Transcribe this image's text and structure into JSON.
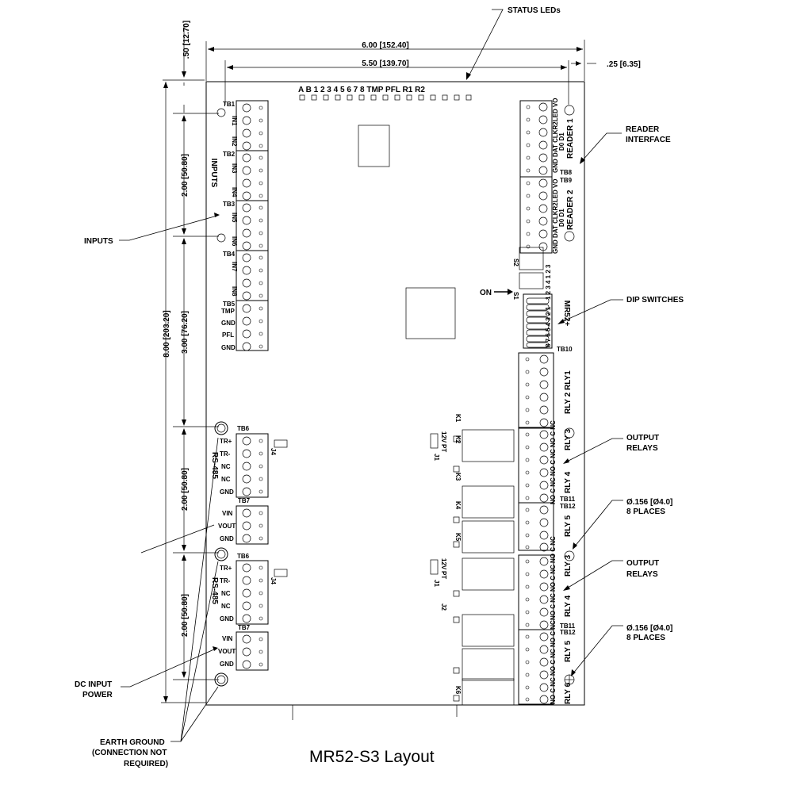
{
  "title": "MR52-S3 Layout",
  "dimensions": {
    "top_outer": "6.00 [152.40]",
    "top_inner": "5.50 [139.70]",
    "right_offset": ".25 [6.35]",
    "top_offset": ".50 [12.70]",
    "overall_height": "8.00 [203.20]",
    "inputs_span": "2.00 [50.80]",
    "middle_span": "3.00 [76.20]",
    "rs485_span_1": "2.00 [50.80]",
    "rs485_span_2": "2.00 [50.80]"
  },
  "callouts": {
    "status_leds": "STATUS LEDs",
    "reader_interface_1": "READER",
    "reader_interface_2": "INTERFACE",
    "inputs": "INPUTS",
    "dip_switches": "DIP SWITCHES",
    "output_relays_a_1": "OUTPUT",
    "output_relays_a_2": "RELAYS",
    "hole_a_1": "Ø.156 [Ø4.0]",
    "hole_a_2": "8 PLACES",
    "output_relays_b_1": "OUTPUT",
    "output_relays_b_2": "RELAYS",
    "hole_b_1": "Ø.156 [Ø4.0]",
    "hole_b_2": "8 PLACES",
    "dc_input_1": "DC INPUT",
    "dc_input_2": "POWER",
    "earth_ground_1": "EARTH GROUND",
    "earth_ground_2": "(CONNECTION  NOT",
    "earth_ground_3": "REQUIRED)"
  },
  "led_strip": "A B 1 2 3 4 5 6 7 8 TMP PFL R1 R2",
  "inputs_label": "INPUTS",
  "input_blocks": {
    "tb1": "TB1",
    "in1": "IN1",
    "in2": "IN2",
    "tb2": "TB2",
    "in3": "IN3",
    "in4": "IN4",
    "tb3": "TB3",
    "in5": "IN5",
    "in6": "IN6",
    "tb4": "TB4",
    "in7": "IN7",
    "in8": "IN8",
    "tb5": "TB5",
    "tmp": "TMP",
    "gnd1": "GND",
    "pfl": "PFL",
    "gnd2": "GND"
  },
  "rs485_a": {
    "label": "RS-485",
    "tb6": "TB6",
    "tr_plus": "TR+",
    "tr_minus": "TR-",
    "nc1": "NC",
    "nc2": "NC",
    "gnd": "GND",
    "j4": "J4"
  },
  "power_a": {
    "tb7": "TB7",
    "vin": "VIN",
    "vout": "VOUT",
    "gnd": "GND"
  },
  "rs485_b": {
    "label": "RS-485",
    "tb6": "TB6",
    "tr_plus": "TR+",
    "tr_minus": "TR-",
    "nc1": "NC",
    "nc2": "NC",
    "gnd": "GND",
    "j4": "J4"
  },
  "power_b": {
    "tb7": "TB7",
    "vin": "VIN",
    "vout": "VOUT",
    "gnd": "GND"
  },
  "reader": {
    "reader1": "READER 1",
    "pins1": "GND DAT CLKR2LED VO",
    "d0d1_1": "D0 D1",
    "tb8": "TB8",
    "tb9": "TB9",
    "reader2": "READER 2",
    "pins2": "GND DAT CLKR2LED VO",
    "d0d1_2": "D0 D1"
  },
  "dip": {
    "on": "ON",
    "model": "MR52+",
    "s1": "S1",
    "s2": "S2",
    "nums_top": "1 2 3 4 1 2 3",
    "nums_bottom": "8 7 6 5 4 3 2 1"
  },
  "relays": {
    "tb10": "TB10",
    "rly12": "RLY 2 RLY1",
    "rly3a": "RLY 3",
    "rly4a": "RLY 4",
    "tb11a": "TB11",
    "tb12a": "TB12",
    "rly5a": "RLY 5",
    "rly3b": "RLY 3",
    "rly4b": "RLY 4",
    "tb11b": "TB11",
    "tb12b": "TB12",
    "rly5b": "RLY 5",
    "rly6": "RLY 6",
    "contacts": "NO C NC NO C NC NO C NC",
    "k1": "K1",
    "k2": "K2",
    "k3": "K3",
    "k4": "K4",
    "k5": "K5",
    "k6": "K6",
    "j1": "J1",
    "j2": "J2",
    "v12": "12V",
    "pt": "PT"
  }
}
